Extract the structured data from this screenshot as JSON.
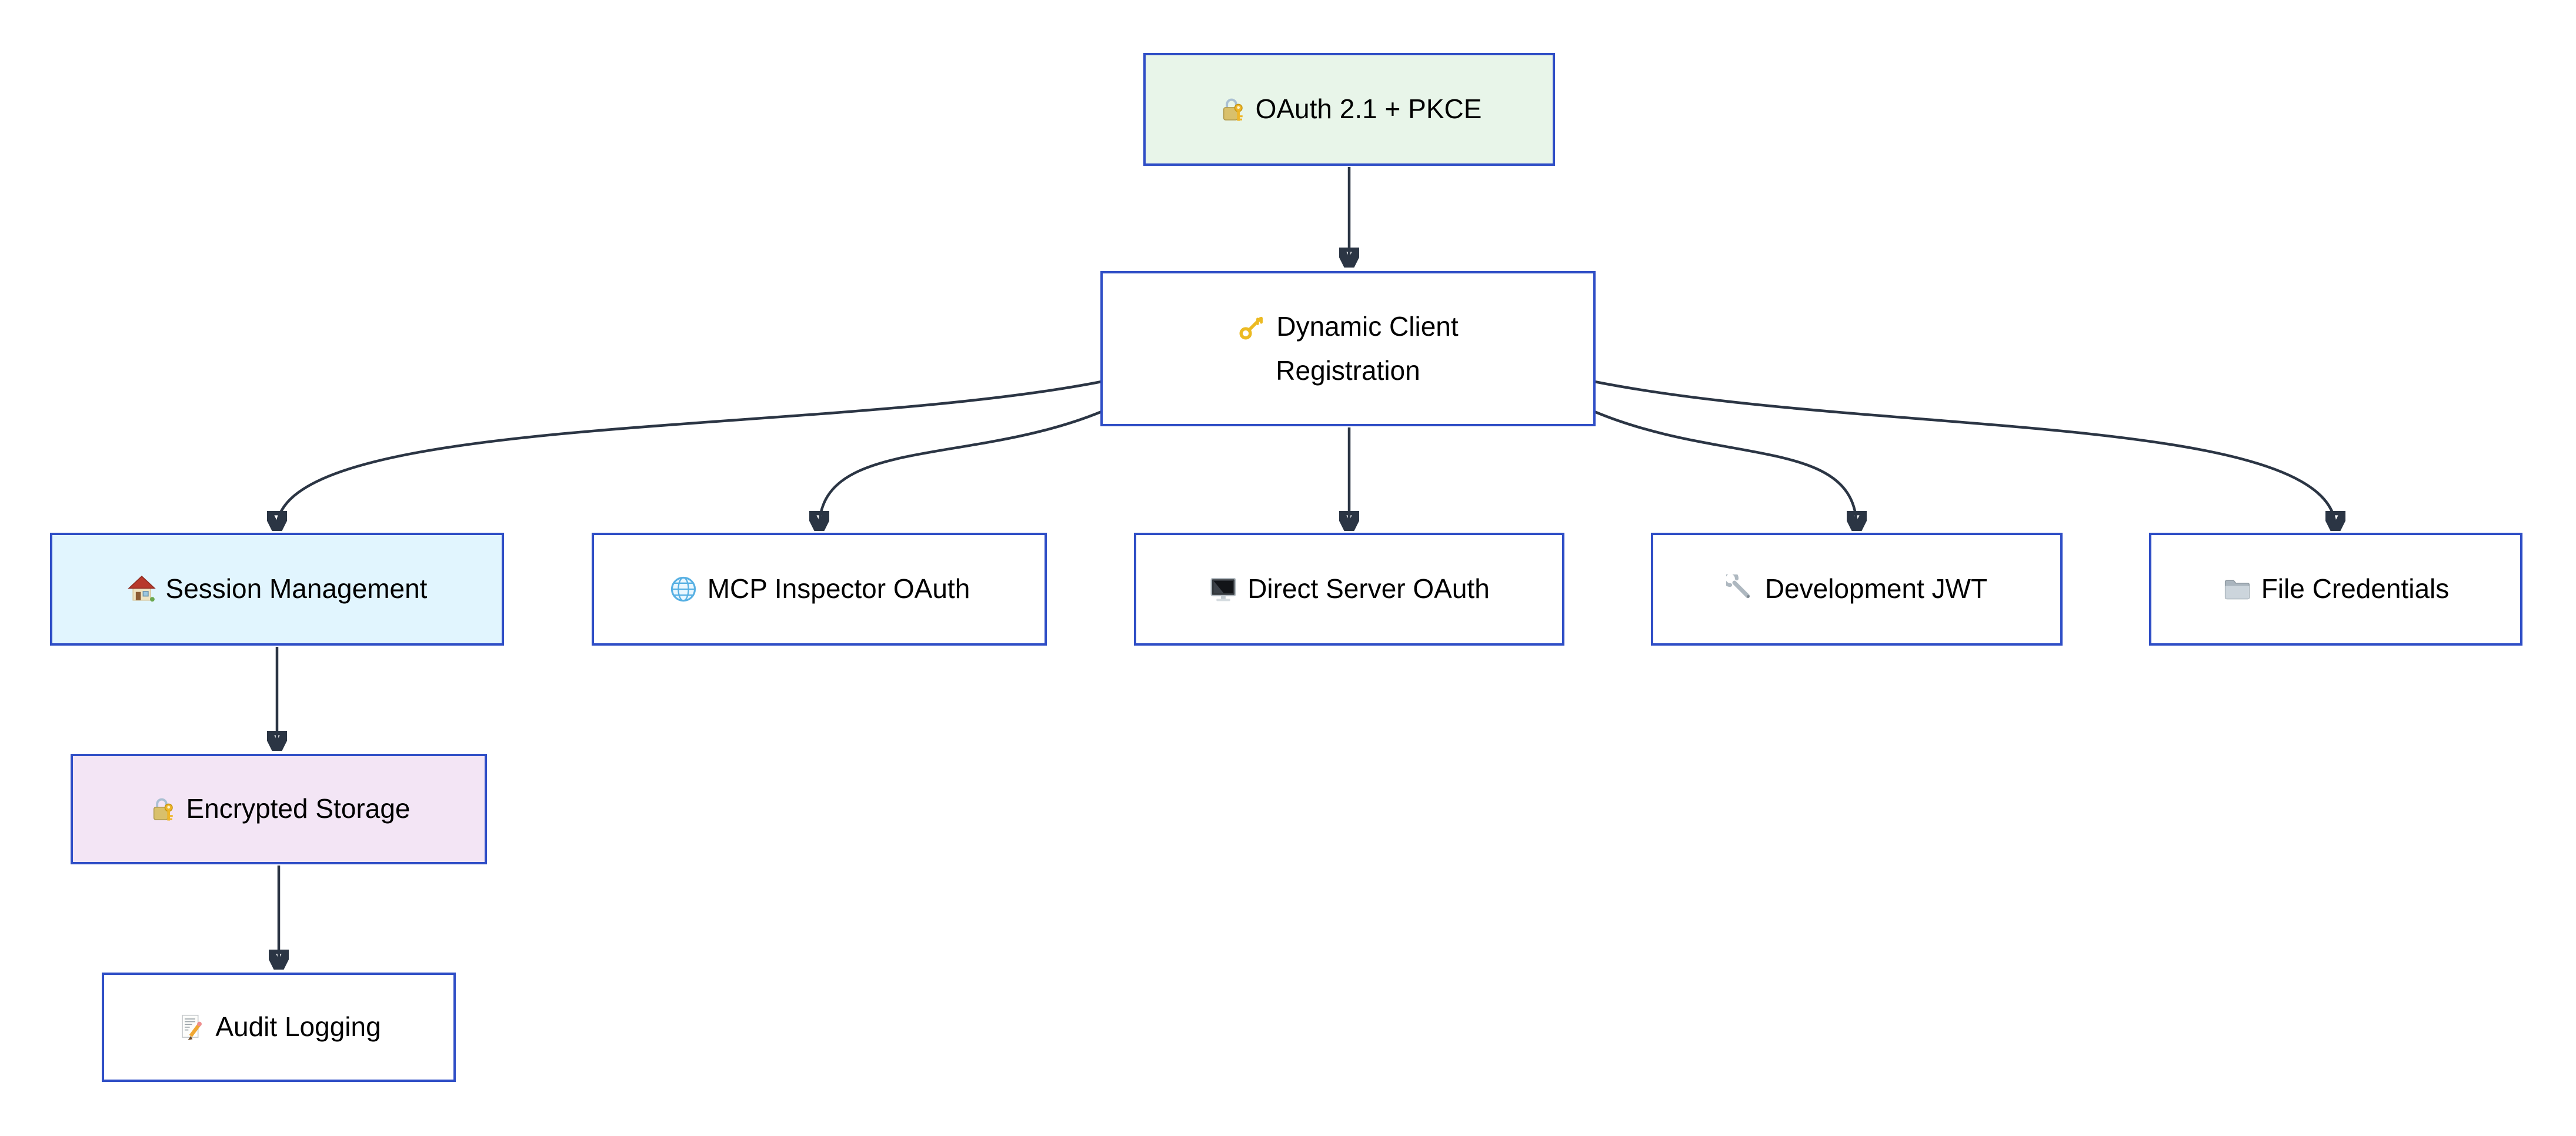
{
  "diagram": {
    "type": "flowchart",
    "direction": "top-down",
    "colors": {
      "background": "#ffffff",
      "node_border": "#2f4ec6",
      "edge_stroke": "#2b3544",
      "text": "#000000",
      "fill_green": "#e8f5e9",
      "fill_light_blue": "#e1f5fe",
      "fill_purple": "#f3e5f5",
      "fill_white": "#ffffff"
    },
    "nodes": {
      "oauth": {
        "label": "OAuth 2.1 + PKCE",
        "emoji": "🔐",
        "icon": "lock-with-key-icon",
        "fill": "#e8f5e9"
      },
      "dcr": {
        "label": "Dynamic Client Registration",
        "emoji": "🔑",
        "icon": "key-icon",
        "fill": "#ffffff"
      },
      "session": {
        "label": "Session Management",
        "emoji": "🏠",
        "icon": "house-icon",
        "fill": "#e1f5fe"
      },
      "mcp": {
        "label": "MCP Inspector OAuth",
        "emoji": "🌐",
        "icon": "globe-icon",
        "fill": "#ffffff"
      },
      "direct": {
        "label": "Direct Server OAuth",
        "emoji": "🖥️",
        "icon": "desktop-icon",
        "fill": "#ffffff"
      },
      "devjwt": {
        "label": "Development JWT",
        "emoji": "🔧",
        "icon": "wrench-icon",
        "fill": "#ffffff"
      },
      "filecred": {
        "label": "File Credentials",
        "emoji": "📁",
        "icon": "folder-icon",
        "fill": "#ffffff"
      },
      "encrypted": {
        "label": "Encrypted Storage",
        "emoji": "🔐",
        "icon": "lock-with-key-icon",
        "fill": "#f3e5f5"
      },
      "audit": {
        "label": "Audit Logging",
        "emoji": "📝",
        "icon": "memo-icon",
        "fill": "#ffffff"
      }
    },
    "edges": [
      {
        "from": "oauth",
        "to": "dcr"
      },
      {
        "from": "dcr",
        "to": "session"
      },
      {
        "from": "dcr",
        "to": "mcp"
      },
      {
        "from": "dcr",
        "to": "direct"
      },
      {
        "from": "dcr",
        "to": "devjwt"
      },
      {
        "from": "dcr",
        "to": "filecred"
      },
      {
        "from": "session",
        "to": "encrypted"
      },
      {
        "from": "encrypted",
        "to": "audit"
      }
    ]
  }
}
